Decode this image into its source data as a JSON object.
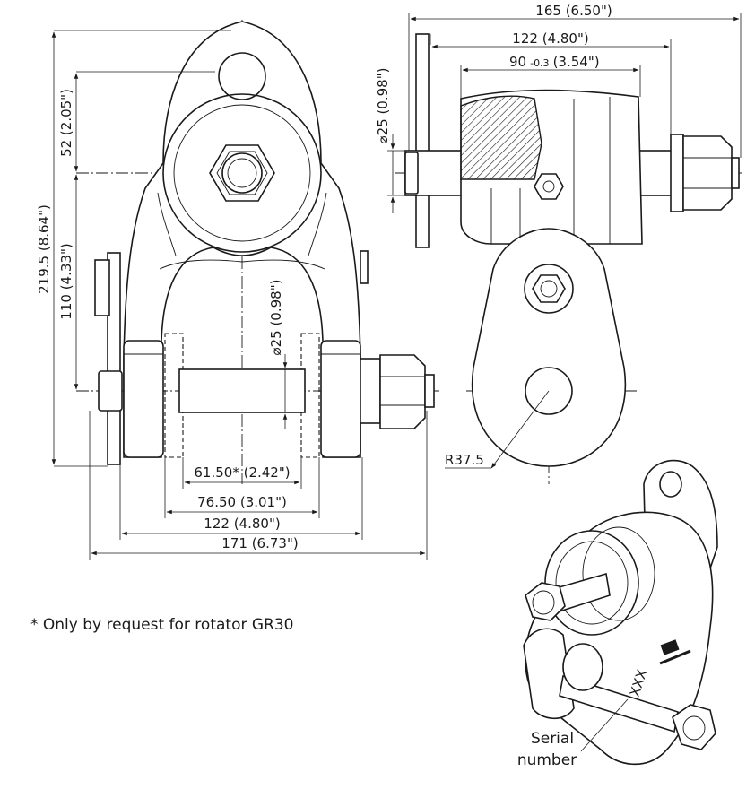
{
  "dimensions": {
    "d165": "165 (6.50\")",
    "d122_top": "122 (4.80\")",
    "d90_main": "90",
    "d90_tol": "-0.3",
    "d90_inch": "(3.54\")",
    "d25_side": "⌀25 (0.98\")",
    "d25_front": "⌀25 (0.98\")",
    "d52": "52 (2.05\")",
    "d219": "219.5 (8.64\")",
    "d110": "110 (4.33\")",
    "d61": "61.50* (2.42\")",
    "d76": "76.50 (3.01\")",
    "d122_bottom": "122 (4.80\")",
    "d171": "171 (6.73\")",
    "r375": "R37.5"
  },
  "footnote": "* Only by request for rotator  GR30",
  "callout": {
    "line1": "Serial",
    "line2": "number"
  },
  "engraving": "XXX",
  "colors": {
    "line": "#1a1a1a",
    "background": "#ffffff",
    "hatch": "#1a1a1a"
  }
}
